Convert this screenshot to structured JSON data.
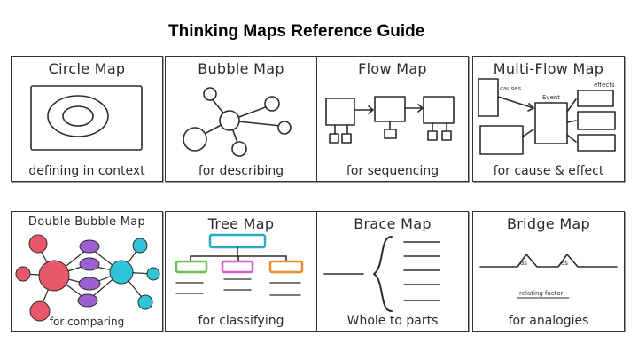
{
  "page": {
    "title": "Thinking Maps Reference Guide"
  },
  "maps": [
    {
      "title": "Circle Map",
      "caption": "defining in context"
    },
    {
      "title": "Bubble Map",
      "caption": "for describing"
    },
    {
      "title": "Flow Map",
      "caption": "for sequencing"
    },
    {
      "title": "Multi-Flow Map",
      "caption": "for cause & effect",
      "labels": {
        "causes": "causes",
        "event": "Event",
        "effects": "effects"
      }
    },
    {
      "title": "Double Bubble Map",
      "caption": "for comparing"
    },
    {
      "title": "Tree Map",
      "caption": "for classifying"
    },
    {
      "title": "Brace Map",
      "caption": "Whole to parts"
    },
    {
      "title": "Bridge Map",
      "caption": "for analogies",
      "labels": {
        "as1": "as",
        "as2": "as",
        "factor": "relating factor"
      }
    }
  ],
  "colors": {
    "ink": "#2b2b2b",
    "bubble_red": "#e8576a",
    "bubble_purple": "#9c5fd1",
    "bubble_cyan": "#2fc4d8",
    "tree_blue": "#2aa8c4",
    "tree_green": "#6cc04a",
    "tree_pink": "#d660c8",
    "tree_orange": "#f08a30"
  }
}
